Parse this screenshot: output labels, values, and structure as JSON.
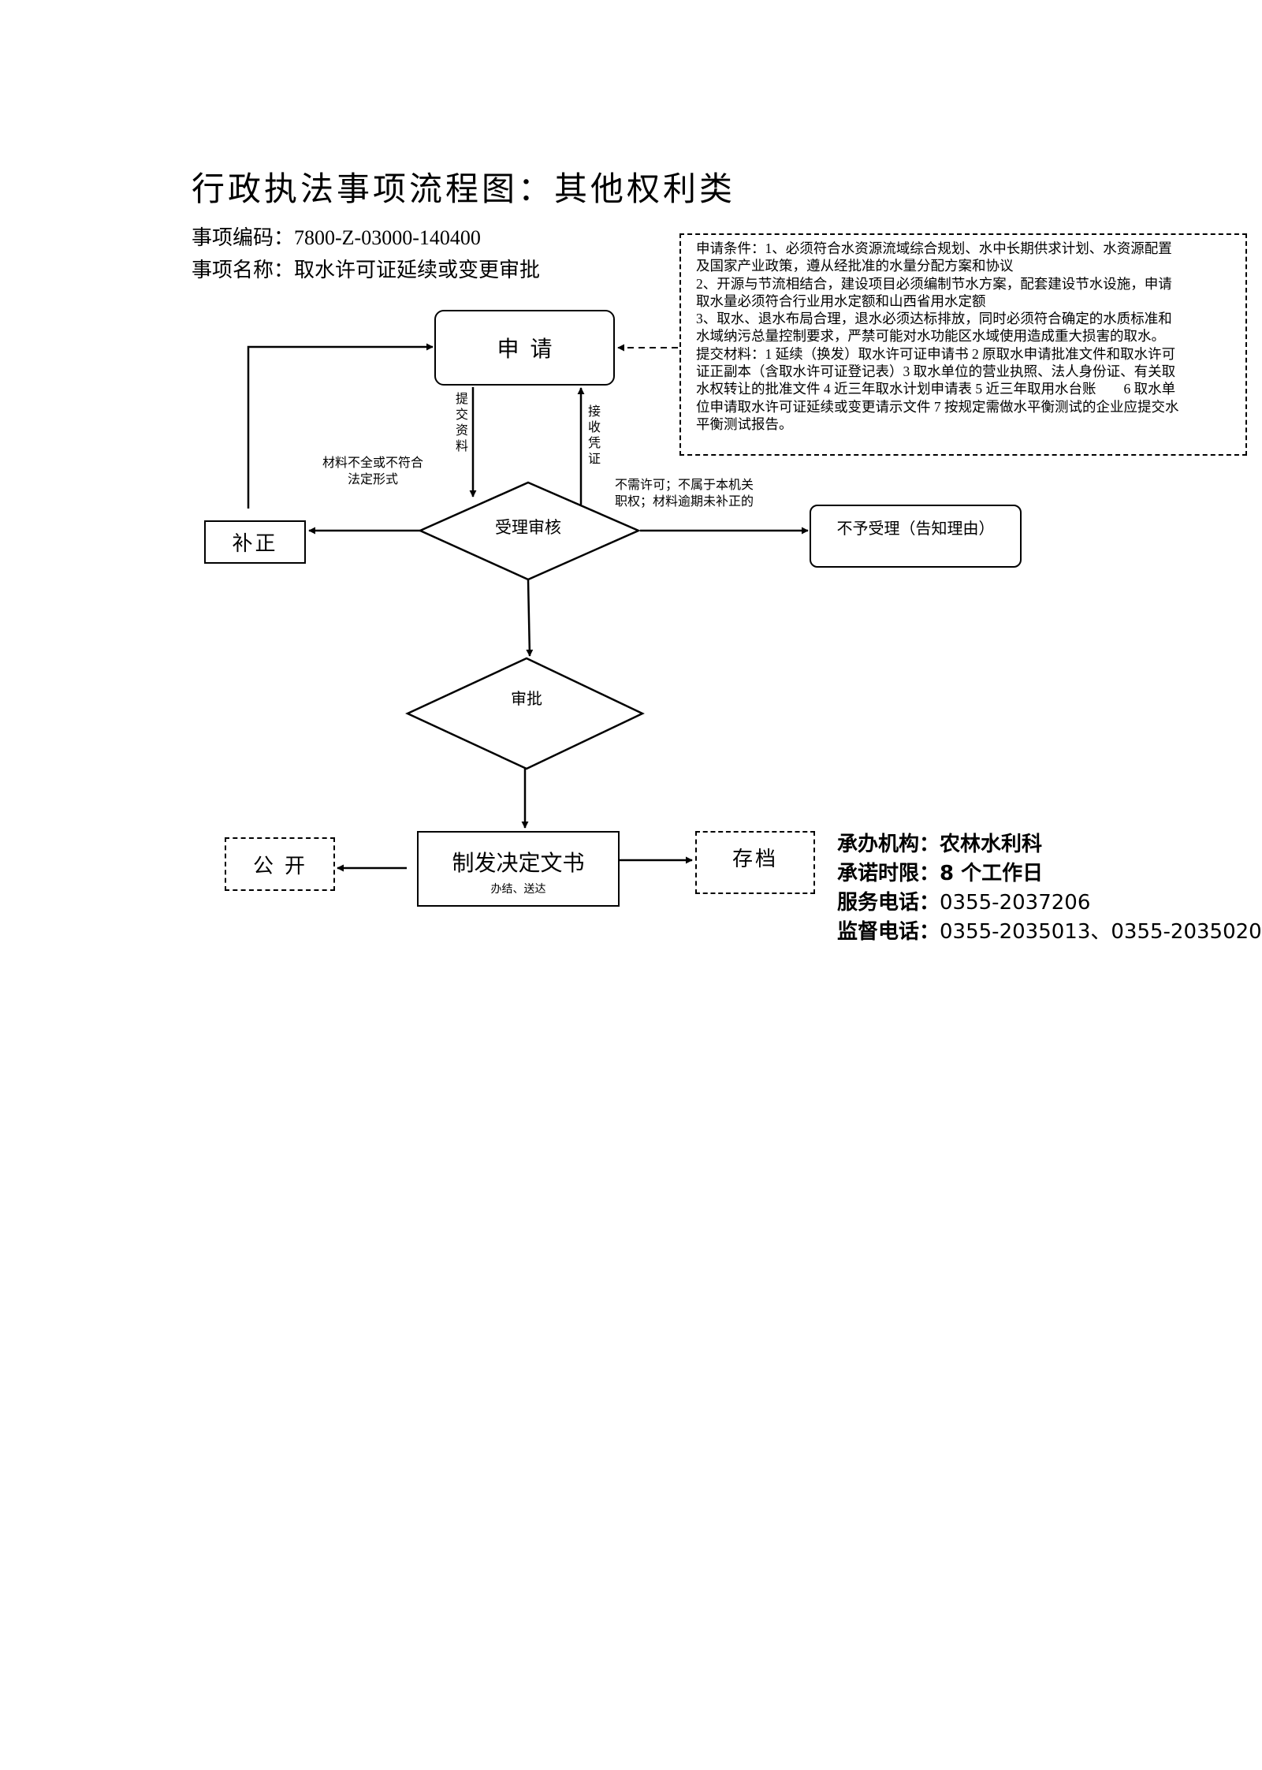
{
  "header": {
    "title": "行政执法事项流程图：其他权利类",
    "code_label": "事项编码：",
    "code_value": "7800-Z-03000-140400",
    "name_label": "事项名称：",
    "name_value": "取水许可证延续或变更审批"
  },
  "conditions_lines": [
    "申请条件：1、必须符合水资源流域综合规划、水中长期供求计划、水资源配置",
    "及国家产业政策，遵从经批准的水量分配方案和协议",
    "2、开源与节流相结合，建设项目必须编制节水方案，配套建设节水设施，申请",
    "取水量必须符合行业用水定额和山西省用水定额",
    "3、取水、退水布局合理，退水必须达标排放，同时必须符合确定的水质标准和",
    "水域纳污总量控制要求，严禁可能对水功能区水域使用造成重大损害的取水。",
    "提交材料：1 延续（换发）取水许可证申请书 2 原取水申请批准文件和取水许可",
    "证正副本（含取水许可证登记表）3 取水单位的营业执照、法人身份证、有关取",
    "水权转让的批准文件 4 近三年取水计划申请表 5 近三年取用水台账　　6 取水单",
    "位申请取水许可证延续或变更请示文件 7 按规定需做水平衡测试的企业应提交水",
    "平衡测试报告。"
  ],
  "flow": {
    "apply": "申请",
    "submit_materials": "提交资料",
    "receive_voucher": "接收凭证",
    "incomplete_note": [
      "材料不全或不符合",
      "法定形式"
    ],
    "not_required_note": [
      "不需许可；不属于本机关",
      "职权；材料逾期未补正的"
    ],
    "review": "受理审核",
    "correct": "补正",
    "reject": "不予受理（告知理由）",
    "approve": "审批",
    "decision": "制发决定文书",
    "decision_sub": "办结、送达",
    "public": "公开",
    "archive": "存档"
  },
  "info": {
    "org_label": "承办机构：",
    "org_value": "农林水利科",
    "limit_label": "承诺时限：",
    "limit_value": "8 个工作日",
    "service_label": "服务电话：",
    "service_value": "0355-2037206",
    "supervise_label": "监督电话：",
    "supervise_value": "0355-2035013、0355-2035020"
  }
}
